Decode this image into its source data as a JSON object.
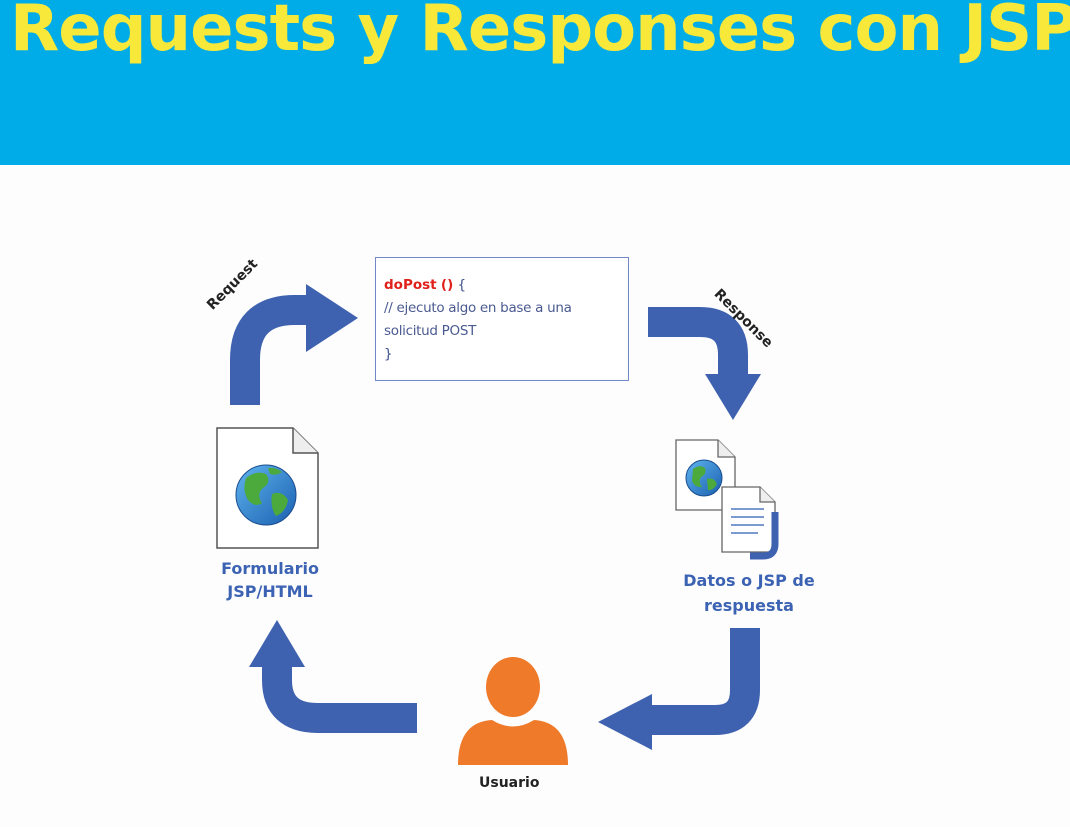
{
  "header": {
    "title": "Requests y Responses con JSP"
  },
  "diagram": {
    "code_box": {
      "method_name": "doPost",
      "parens": "()",
      "open_brace": "{",
      "comment_line1": "// ejecuto algo en base a una",
      "comment_line2": "solicitud POST",
      "close_brace": "}"
    },
    "request_label": "Request",
    "response_label": "Response",
    "form_label_line1": "Formulario",
    "form_label_line2": "JSP/HTML",
    "response_doc_label_line1": "Datos o JSP de",
    "response_doc_label_line2": "respuesta",
    "user_label": "Usuario",
    "icons": [
      "web-page-globe-icon",
      "response-documents-icon",
      "user-icon",
      "flow-arrow-icon"
    ],
    "colors": {
      "banner": "#00ace8",
      "title": "#f7e83a",
      "arrow": "#3e62b0",
      "label": "#3c63b3",
      "user": "#ee7a2a",
      "code_method": "#e0201a"
    }
  }
}
